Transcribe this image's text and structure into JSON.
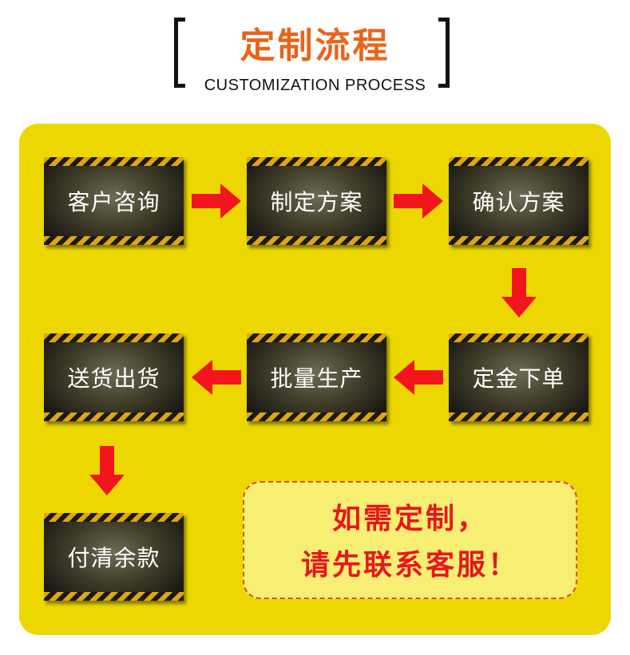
{
  "header": {
    "title": "定制流程",
    "subtitle": "CUSTOMIZATION PROCESS"
  },
  "steps": [
    {
      "label": "客户咨询"
    },
    {
      "label": "制定方案"
    },
    {
      "label": "确认方案"
    },
    {
      "label": "定金下单"
    },
    {
      "label": "批量生产"
    },
    {
      "label": "送货出货"
    },
    {
      "label": "付清余款"
    }
  ],
  "contact": {
    "line1": "如需定制，",
    "line2": "请先联系客服！"
  },
  "colors": {
    "title": "#e8641a",
    "panel": "#ecd800",
    "arrow": "#f2161c",
    "contact_text": "#e8161e",
    "contact_bg": "#f7ee74"
  }
}
